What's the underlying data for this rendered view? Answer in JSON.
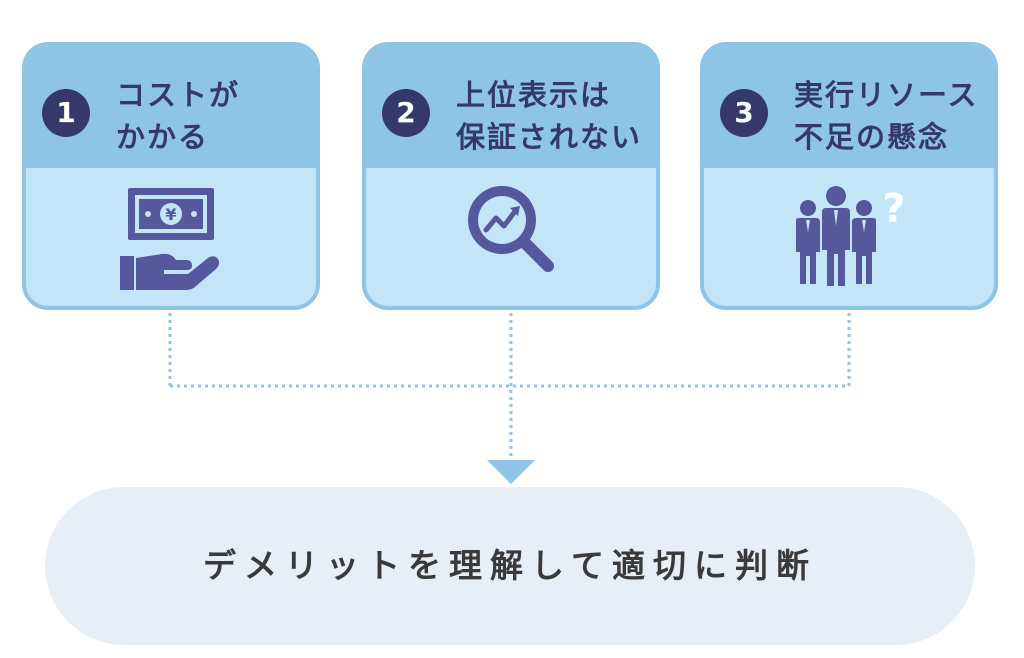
{
  "cards": [
    {
      "number": "1",
      "title_line1": "コストが",
      "title_line2": "かかる",
      "icon": "yen-bill-hand-icon"
    },
    {
      "number": "2",
      "title_line1": "上位表示は",
      "title_line2": "保証されない",
      "icon": "magnifier-growth-icon"
    },
    {
      "number": "3",
      "title_line1": "実行リソース",
      "title_line2": "不足の懸念",
      "icon": "people-question-icon"
    }
  ],
  "result": {
    "label": "デメリットを理解して適切に判断"
  },
  "colors": {
    "card_header": "#8ec5e6",
    "card_body": "#c4e4f8",
    "number_circle": "#35386a",
    "icon": "#55589c",
    "connector": "#8ec5e6",
    "result_background": "#e8eef6"
  }
}
